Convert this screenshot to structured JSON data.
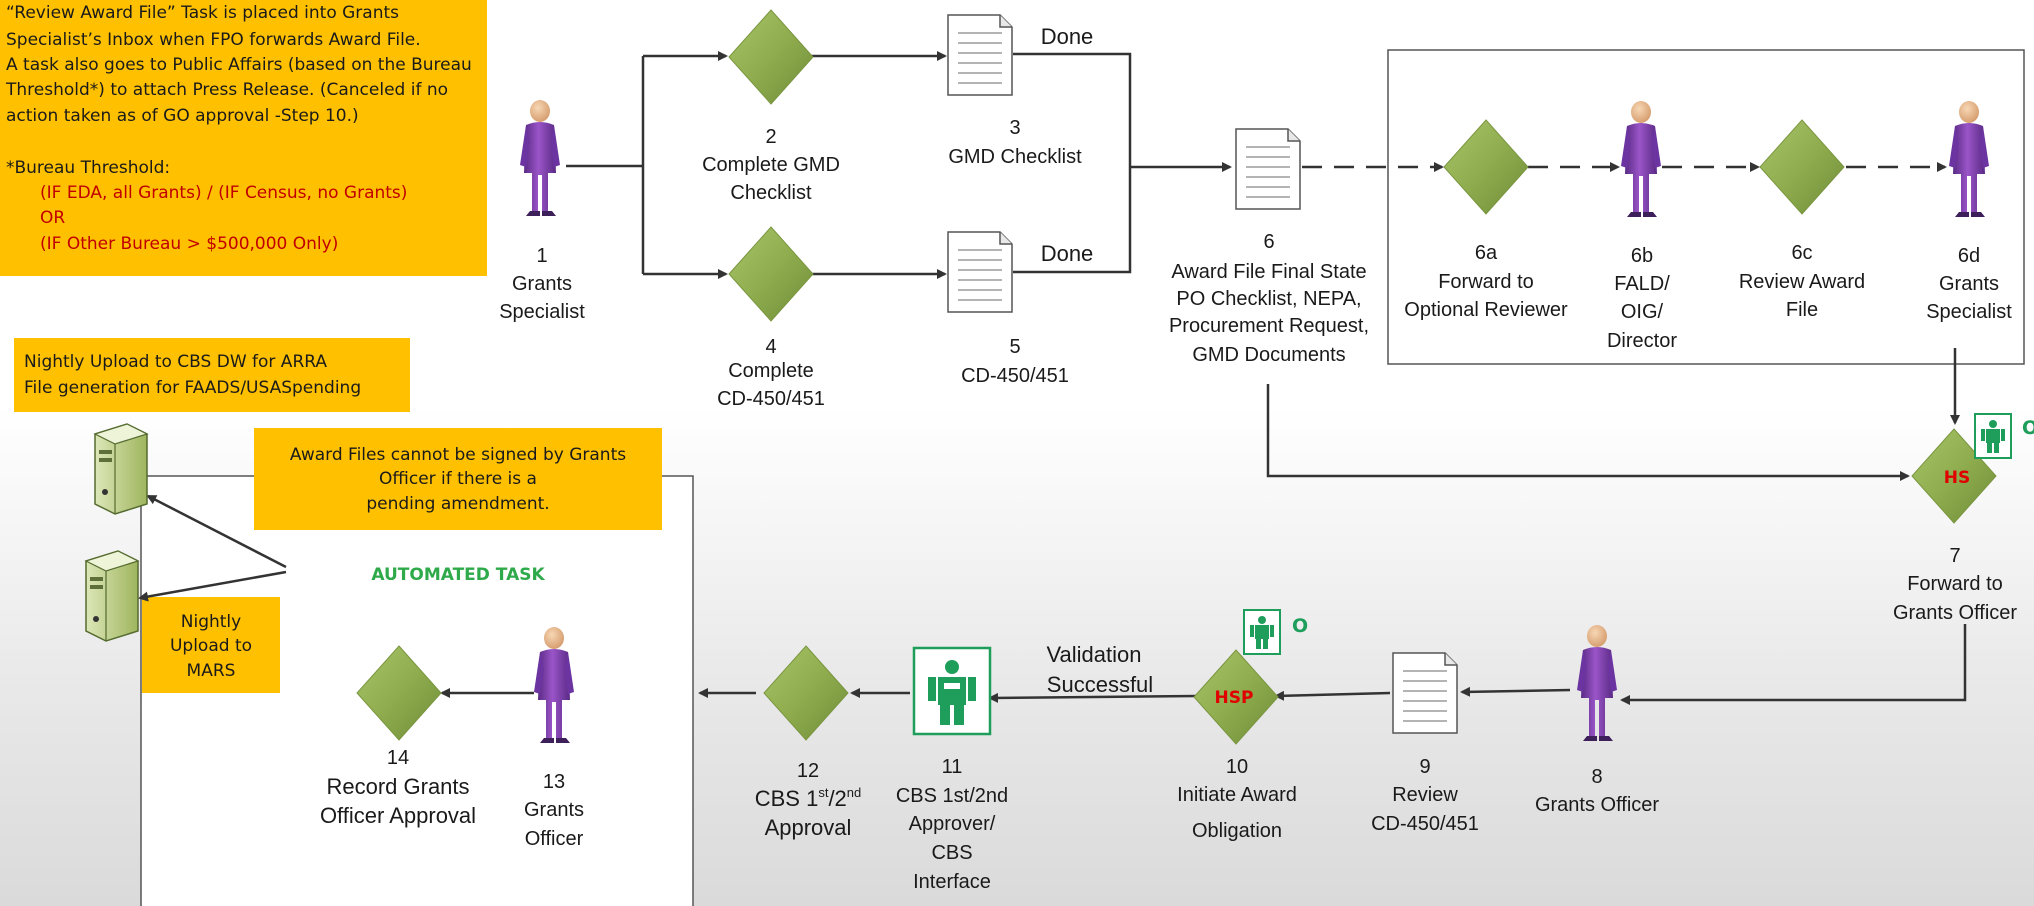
{
  "notes": {
    "intro": [
      "“Review Award File” Task is placed into Grants",
      "Specialist’s Inbox when FPO forwards Award File.",
      "A task also goes to Public Affairs (based on the Bureau",
      "Threshold*) to attach Press Release.  (Canceled if no",
      "action taken as of GO approval -Step 10.)"
    ],
    "threshold_title": "*Bureau Threshold:",
    "threshold_lines": [
      "(IF EDA, all Grants) / (IF Census, no Grants)",
      "OR",
      "(IF Other Bureau > $500,000 Only)"
    ],
    "nightly_upload_cbs": [
      "Nightly Upload to CBS DW for ARRA",
      "File generation for FAADS/USASpending"
    ],
    "pending_amendment": [
      "Award Files cannot be signed by Grants",
      "Officer if there is a",
      "pending amendment."
    ],
    "automated_task": "AUTOMATED TASK",
    "nightly_upload_mars": [
      "Nightly",
      "Upload to",
      "MARS"
    ]
  },
  "steps": {
    "s1": [
      "1",
      "Grants",
      "Specialist"
    ],
    "s2": [
      "2",
      "Complete GMD",
      "Checklist"
    ],
    "s3": [
      "3",
      "GMD Checklist"
    ],
    "s4": [
      "4",
      "Complete",
      "CD-450/451"
    ],
    "s5": [
      "5",
      "CD-450/451"
    ],
    "done_top": "Done",
    "done_bottom": "Done",
    "s6": [
      "6",
      "Award File Final State",
      "PO Checklist, NEPA,",
      "Procurement Request,",
      "GMD Documents"
    ],
    "s6a": [
      "6a",
      "Forward to",
      "Optional Reviewer"
    ],
    "s6b": [
      "6b",
      "FALD/",
      "OIG/",
      "Director"
    ],
    "s6c": [
      "6c",
      "Review Award",
      "File"
    ],
    "s6d": [
      "6d",
      "Grants",
      "Specialist"
    ],
    "s7": [
      "7",
      "Forward to",
      "Grants Officer"
    ],
    "s7_badge": "HS",
    "s7_tag": "O",
    "s8": [
      "8",
      "Grants Officer"
    ],
    "s9": [
      "9",
      "Review",
      "CD-450/451"
    ],
    "s10": [
      "10",
      "Initiate Award",
      "Obligation"
    ],
    "s10_badge": "HSP",
    "s10_tag": "O",
    "validation": [
      "Validation",
      "Successful"
    ],
    "s11": [
      "11",
      "CBS 1st/2nd",
      "Approver/",
      "CBS",
      "Interface"
    ],
    "s12_num": "12",
    "s12_line1_a": "CBS 1",
    "s12_line1_sup1": "st",
    "s12_line1_b": "/2",
    "s12_line1_sup2": "nd",
    "s12_line2": "Approval",
    "s13": [
      "13",
      "Grants",
      "Officer"
    ],
    "s14": [
      "14",
      "Record  Grants",
      "Officer Approval"
    ]
  },
  "colors": {
    "note_fill": "#FFC000",
    "note_text": "#1a1a1a",
    "threshold_text": "#C00000",
    "diamond": "#8FAD4E",
    "person": "#7B3FA8",
    "badge_text": "#E00000",
    "green_icon": "#1E9E5A",
    "automated_text": "#2EAA4A",
    "arrow": "#333333"
  },
  "icons": {
    "server": "server-icon",
    "person": "person-icon",
    "document": "document-icon",
    "decision": "diamond-icon",
    "system": "system-actor-icon"
  }
}
